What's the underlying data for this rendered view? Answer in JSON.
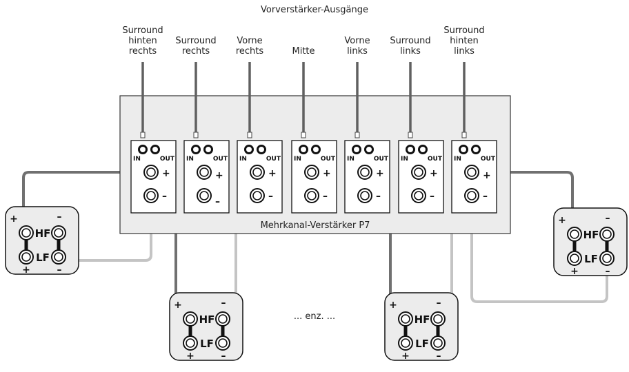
{
  "title": "Vorverstärker-Ausgänge",
  "amp_label": "Mehrkanal-Verstärker P7",
  "etc_label": "... enz. ...",
  "channels": [
    {
      "label": [
        "Surround",
        "hinten",
        "rechts"
      ]
    },
    {
      "label": [
        "Surround",
        "rechts"
      ]
    },
    {
      "label": [
        "Vorne",
        "rechts"
      ]
    },
    {
      "label": [
        "Mitte"
      ]
    },
    {
      "label": [
        "Vorne",
        "links"
      ]
    },
    {
      "label": [
        "Surround",
        "links"
      ]
    },
    {
      "label": [
        "Surround",
        "hinten",
        "links"
      ]
    }
  ],
  "module": {
    "in": "IN",
    "out": "OUT",
    "plus": "+",
    "minus": "–"
  },
  "speaker": {
    "hf": "HF",
    "lf": "LF",
    "plus": "+",
    "minus": "–"
  },
  "colors": {
    "pos_wire": "#707070",
    "neg_wire": "#c4c4c4",
    "signal_cable": "#606060",
    "panel": "#ececec",
    "speaker_box": "#ececec"
  }
}
